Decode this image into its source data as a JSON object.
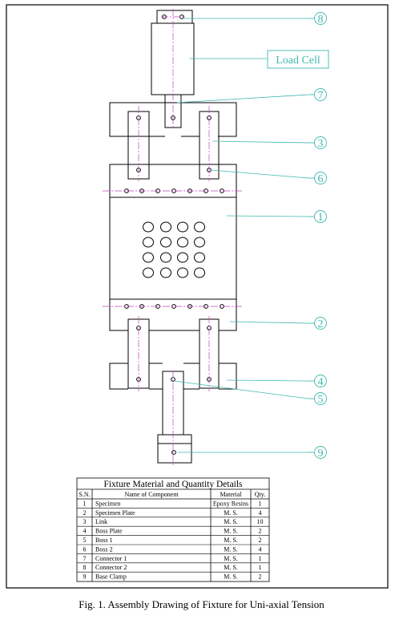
{
  "callouts": {
    "n1": "1",
    "n2": "2",
    "n3": "3",
    "n4": "4",
    "n5": "5",
    "n6": "6",
    "n7": "7",
    "n8": "8",
    "n9": "9",
    "load_cell": "Load Cell"
  },
  "table": {
    "title": "Fixture Material and Quantity Details",
    "headers": {
      "sn": "S.N.",
      "name": "Name of Component",
      "material": "Material",
      "qty": "Qty."
    },
    "rows": [
      {
        "sn": "1",
        "name": "Specimen",
        "material": "Epoxy Resins",
        "qty": "1"
      },
      {
        "sn": "2",
        "name": "Specimen Plate",
        "material": "M. S.",
        "qty": "4"
      },
      {
        "sn": "3",
        "name": "Link",
        "material": "M. S.",
        "qty": "10"
      },
      {
        "sn": "4",
        "name": "Boss Plate",
        "material": "M. S.",
        "qty": "2"
      },
      {
        "sn": "5",
        "name": "Boss 1",
        "material": "M. S.",
        "qty": "2"
      },
      {
        "sn": "6",
        "name": "Boss 2",
        "material": "M. S.",
        "qty": "4"
      },
      {
        "sn": "7",
        "name": "Connector 1",
        "material": "M. S.",
        "qty": "1"
      },
      {
        "sn": "8",
        "name": "Connector 2",
        "material": "M. S.",
        "qty": "1"
      },
      {
        "sn": "9",
        "name": "Base Clamp",
        "material": "M. S.",
        "qty": "2"
      }
    ]
  },
  "caption": "Fig. 1. Assembly Drawing of Fixture for Uni-axial Tension",
  "colors": {
    "outline": "#000000",
    "center_line": "#c040c0",
    "callout": "#3fb9b0"
  }
}
